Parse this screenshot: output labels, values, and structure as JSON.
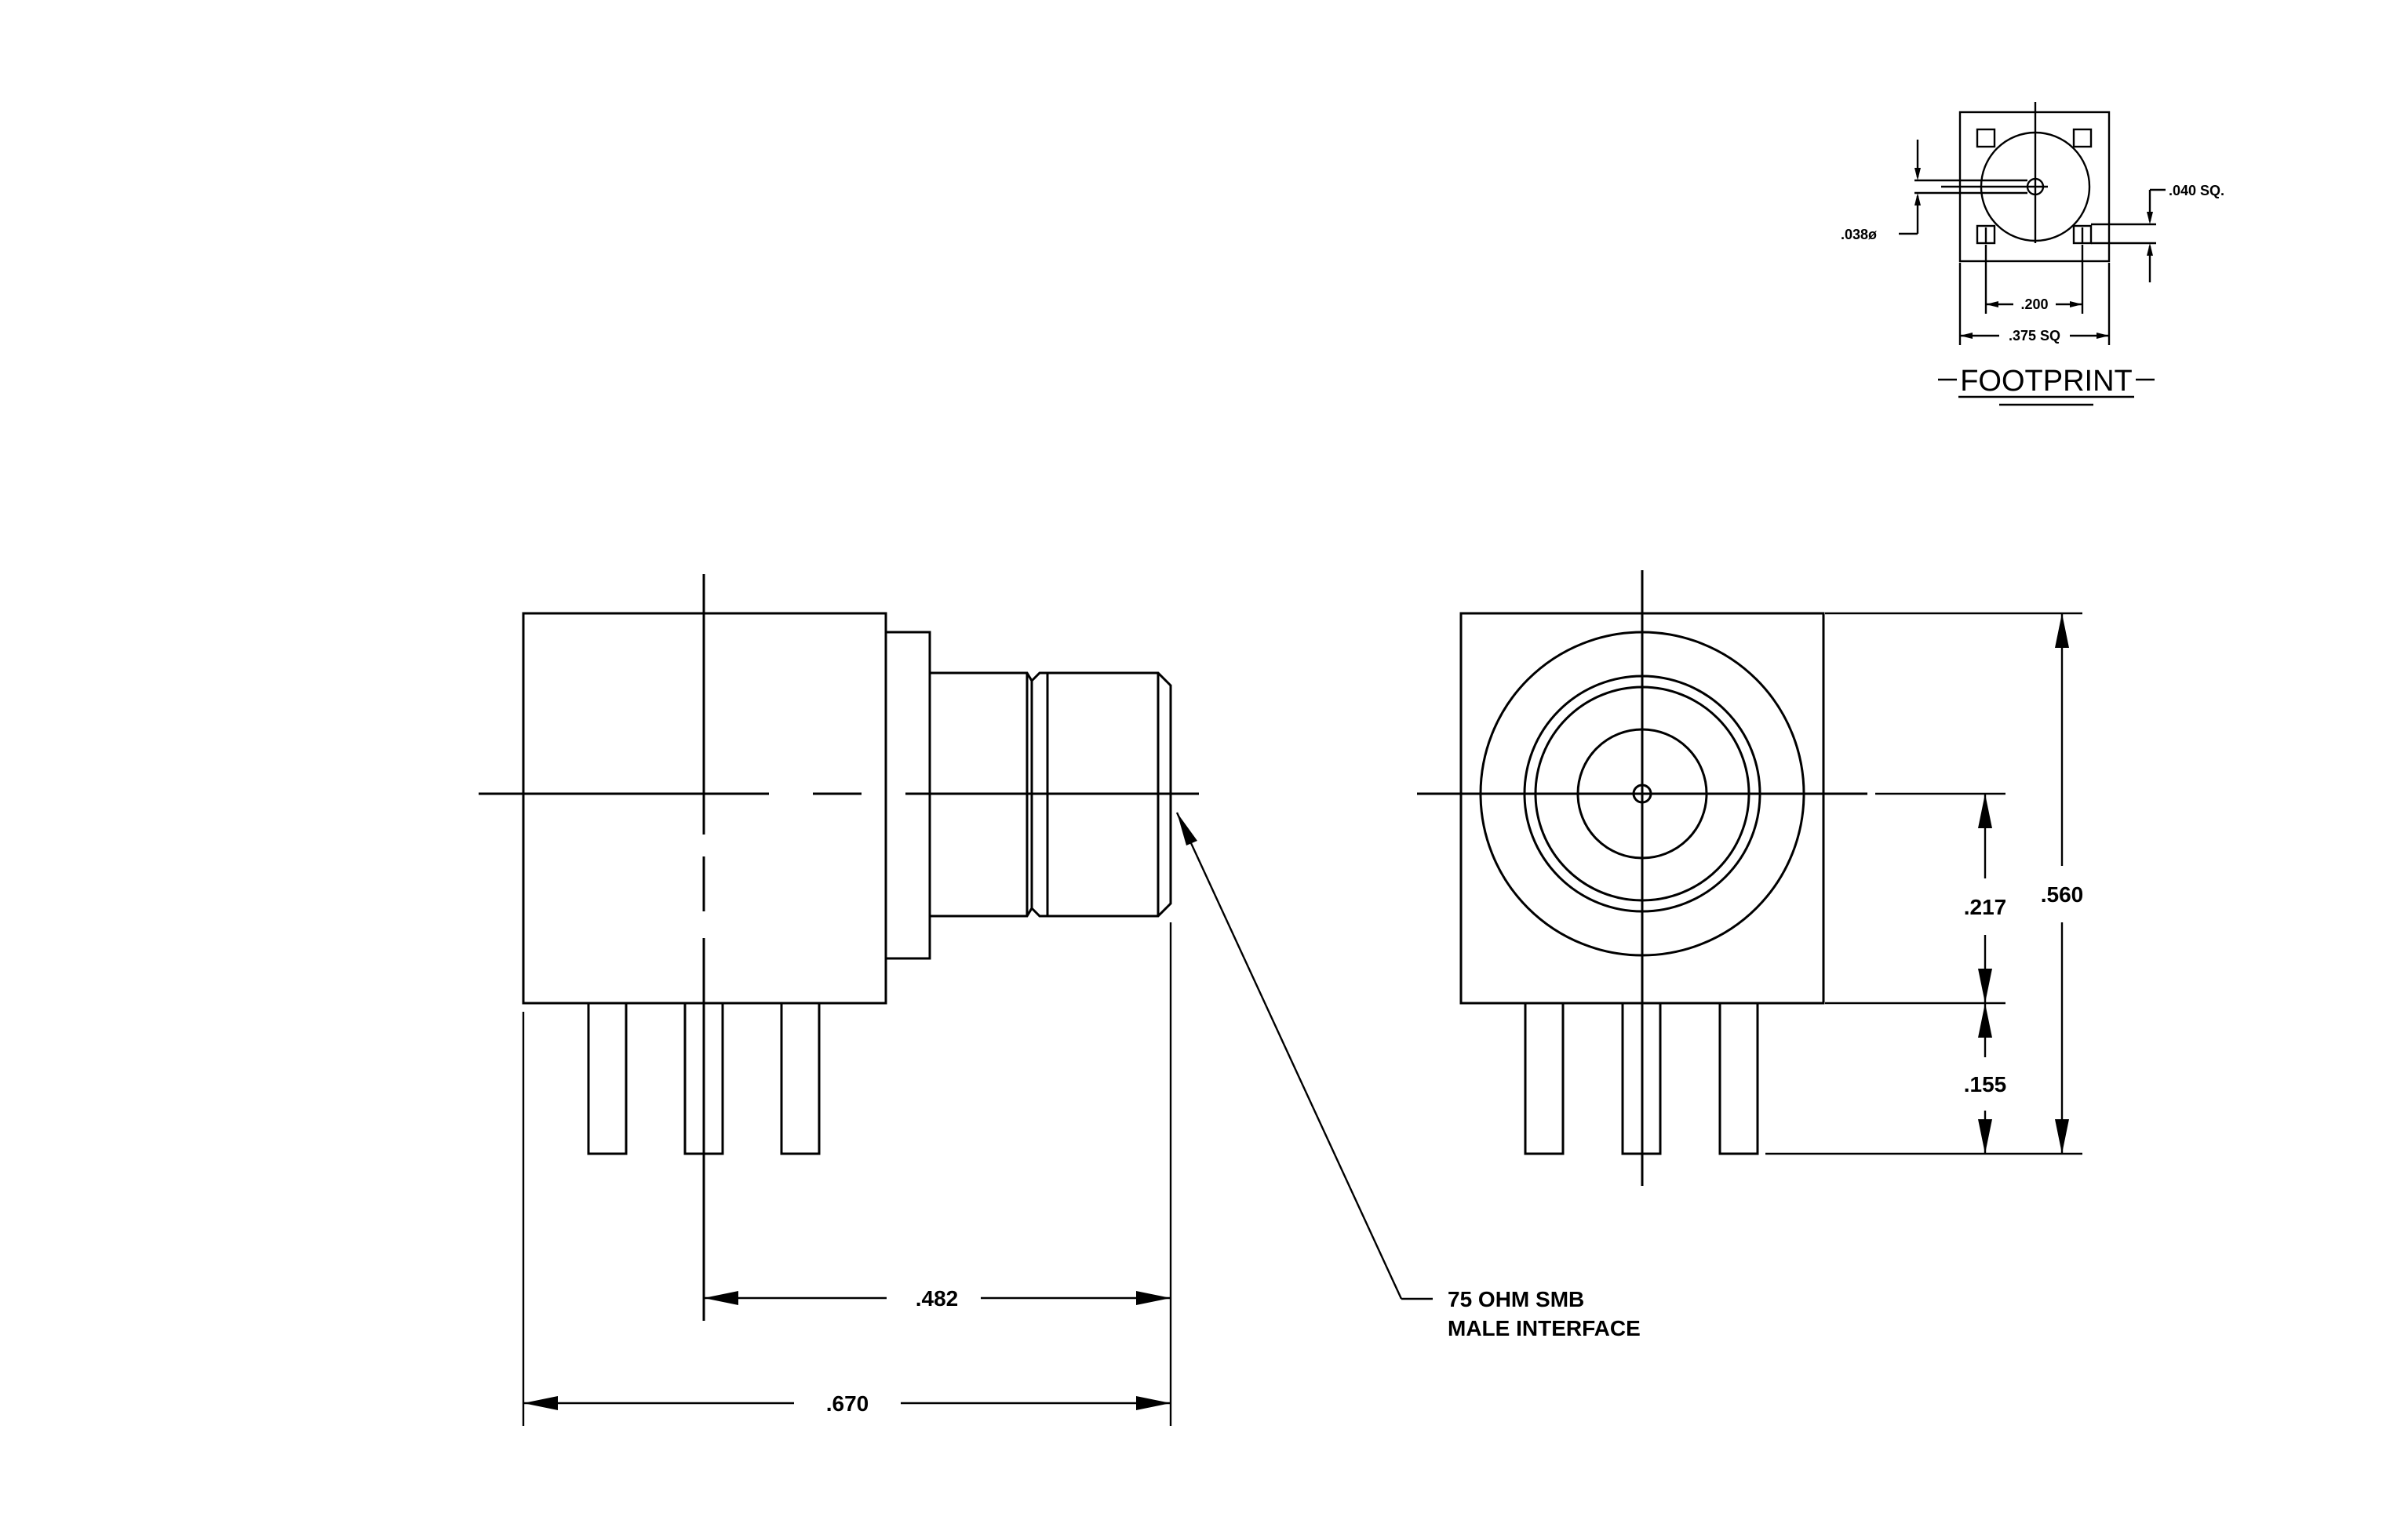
{
  "footprint": {
    "title": "FOOTPRINT",
    "dim_hole": ".038ø",
    "dim_pad": ".040 SQ.",
    "dim_spacing": ".200",
    "dim_body": ".375 SQ"
  },
  "side_view": {
    "dim_interface": ".482",
    "dim_length": ".670"
  },
  "front_view": {
    "dim_center": ".217",
    "dim_height": ".560",
    "dim_pin": ".155"
  },
  "callout": {
    "line1": "75 OHM SMB",
    "line2": "MALE INTERFACE"
  }
}
